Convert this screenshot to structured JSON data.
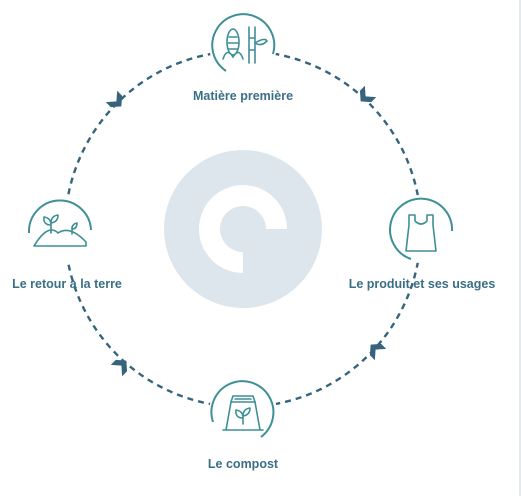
{
  "diagram": {
    "colors": {
      "ring_dashes": "#37647c",
      "arrow_head": "#37647c",
      "icon_stroke": "#3f8f96",
      "icon_circle": "#ffffff",
      "center_disc": "#dce6ec",
      "center_mark": "#ffffff",
      "label_text": "#3a6f86"
    },
    "stages": [
      {
        "id": "matiere",
        "label": "Matière première",
        "icon": "corn-bamboo-icon"
      },
      {
        "id": "produit",
        "label": "Le produit et ses usages",
        "icon": "shopping-bag-icon"
      },
      {
        "id": "compost",
        "label": "Le compost",
        "icon": "compost-bin-icon"
      },
      {
        "id": "retour",
        "label": "Le retour à la terre",
        "icon": "soil-sprout-icon"
      }
    ],
    "center_icon": "c-logo-icon",
    "direction": "clockwise"
  }
}
